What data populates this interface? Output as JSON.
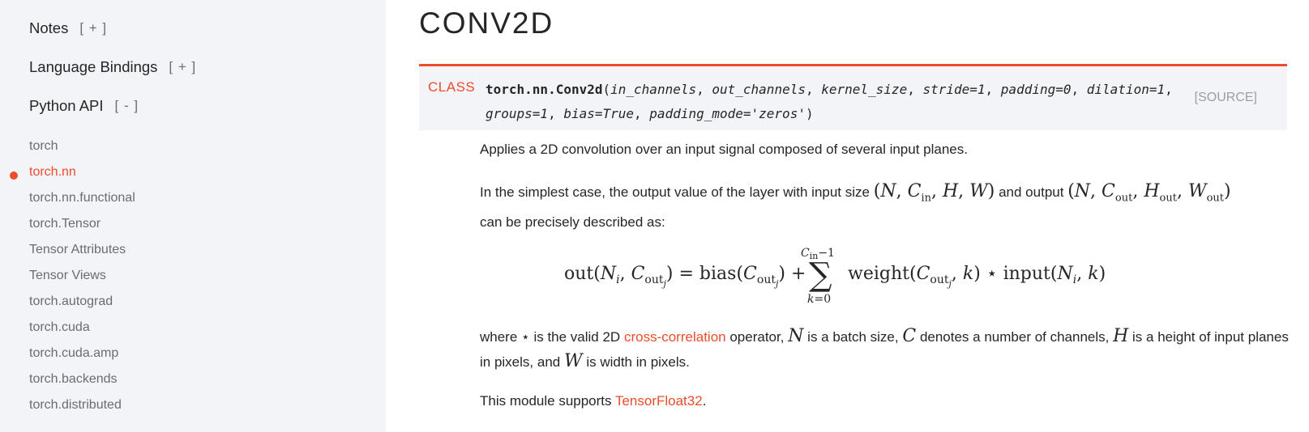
{
  "sidebar": {
    "sections": [
      {
        "label": "Notes",
        "toggle": "[ + ]"
      },
      {
        "label": "Language Bindings",
        "toggle": "[ + ]"
      },
      {
        "label": "Python API",
        "toggle": "[ - ]"
      }
    ],
    "items": [
      {
        "label": "torch"
      },
      {
        "label": "torch.nn",
        "active": true
      },
      {
        "label": "torch.nn.functional"
      },
      {
        "label": "torch.Tensor"
      },
      {
        "label": "Tensor Attributes"
      },
      {
        "label": "Tensor Views"
      },
      {
        "label": "torch.autograd"
      },
      {
        "label": "torch.cuda"
      },
      {
        "label": "torch.cuda.amp"
      },
      {
        "label": "torch.backends"
      },
      {
        "label": "torch.distributed"
      }
    ]
  },
  "main": {
    "title": "CONV2D",
    "class_label": "CLASS",
    "signature": {
      "name": "torch.nn.Conv2d",
      "open": "(",
      "params": [
        "in_channels",
        "out_channels",
        "kernel_size",
        "stride=1",
        "padding=0",
        "dilation=1",
        "groups=1",
        "bias=True",
        "padding_mode='zeros'"
      ],
      "close": ")"
    },
    "source_label": "[SOURCE]",
    "description": "Applies a 2D convolution over an input signal composed of several input planes.",
    "para2": {
      "text1": "In the simplest case, the output value of the layer with input size",
      "math_input": "(N, C_in, H, W)",
      "text2": "and output",
      "math_output": "(N, C_out, H_out, W_out)",
      "text3": "can be precisely described as:"
    },
    "equation": "out(N_i, C_out_j) = bias(C_out_j) + sum_{k=0}^{C_in - 1} weight(C_out_j, k) ⋆ input(N_i, k)",
    "para3": {
      "t1": "where",
      "star": "⋆",
      "t2": "is the valid 2D",
      "link": "cross-correlation",
      "t3": "operator,",
      "N": "N",
      "t4": "is a batch size,",
      "C": "C",
      "t5": "denotes a number of channels,",
      "H": "H",
      "t6": "is a height of input planes in pixels, and",
      "W": "W",
      "t7": "is width in pixels."
    },
    "para4": {
      "text": "This module supports",
      "link": "TensorFloat32",
      "end": "."
    }
  },
  "colors": {
    "accent": "#ee4c2c",
    "sidebar_bg": "#f3f4f7",
    "muted": "#6c6c6d"
  }
}
